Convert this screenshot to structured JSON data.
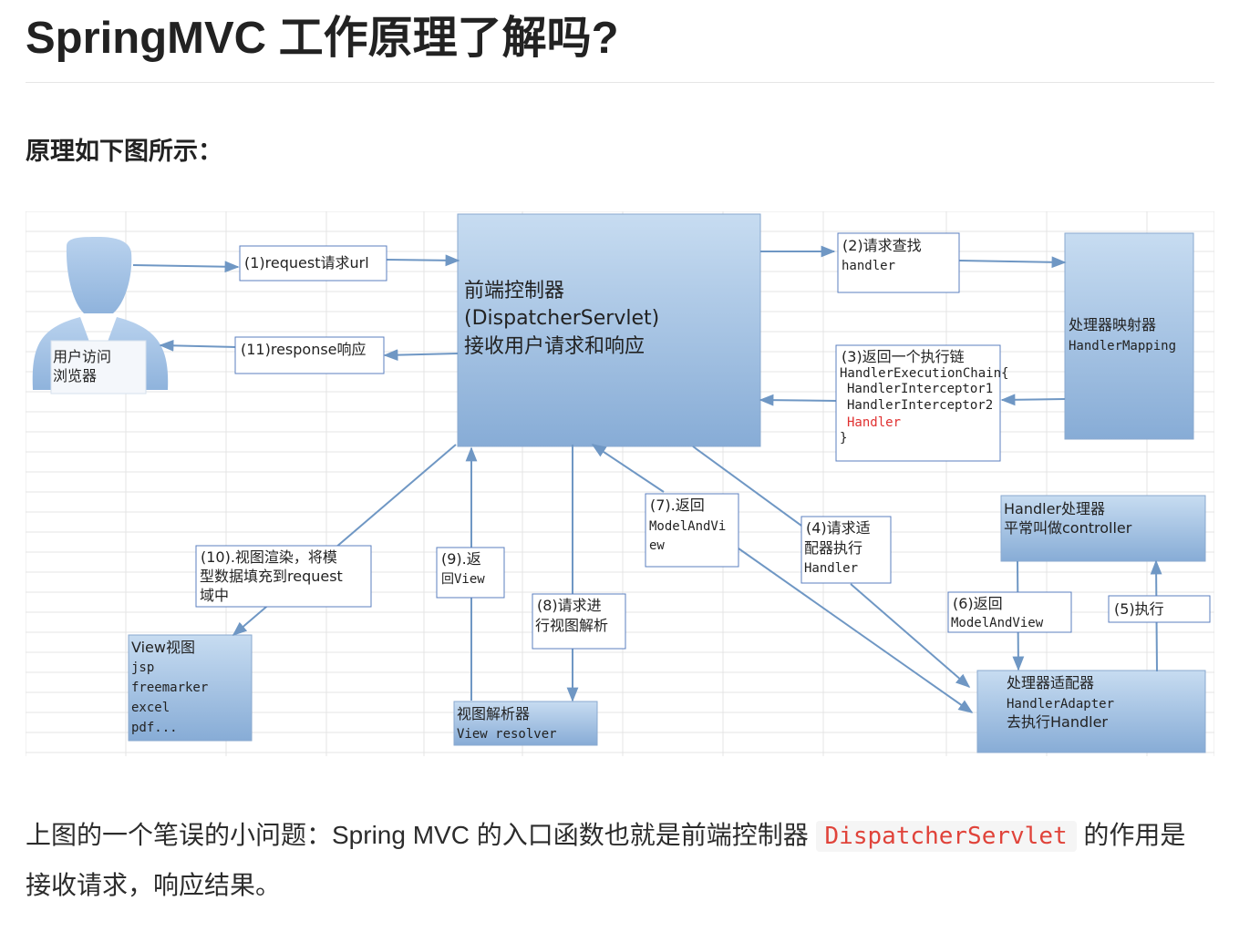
{
  "title": "SpringMVC 工作原理了解吗?",
  "subtitle": "原理如下图所示：",
  "diagram": {
    "user": [
      "用户访问",
      "浏览器"
    ],
    "dispatcher": [
      "前端控制器",
      "(DispatcherServlet)",
      "接收用户请求和响应"
    ],
    "mapping": [
      "处理器映射器",
      "HandlerMapping"
    ],
    "handler_box": [
      "Handler处理器",
      "平常叫做controller"
    ],
    "adapter": [
      "处理器适配器",
      "HandlerAdapter",
      "去执行Handler"
    ],
    "resolver": [
      "视图解析器",
      "View resolver"
    ],
    "view": [
      "View视图",
      "jsp",
      "freemarker",
      "excel",
      "pdf..."
    ],
    "step1": "(1)request请求url",
    "step2": [
      "(2)请求查找",
      "handler"
    ],
    "step3": [
      "(3)返回一个执行链",
      "HandlerExecutionChain{",
      "HandlerInterceptor1",
      "HandlerInterceptor2",
      "Handler",
      "}"
    ],
    "step4": [
      "(4)请求适",
      "配器执行",
      "Handler"
    ],
    "step5": "(5)执行",
    "step6": [
      "(6)返回",
      "ModelAndView"
    ],
    "step7": [
      "(7).返回",
      "ModelAndVi",
      "ew"
    ],
    "step8": [
      "(8)请求进",
      "行视图解析"
    ],
    "step9": [
      "(9).返",
      "回View"
    ],
    "step10": [
      "(10).视图渲染，将模",
      "型数据填充到request",
      "域中"
    ],
    "step11": "(11)response响应"
  },
  "note": {
    "before": "上图的一个笔误的小问题：Spring MVC 的入口函数也就是前端控制器",
    "code": "DispatcherServlet",
    "after": "的作用是接收请求，响应结果。"
  },
  "colors": {
    "box_blue_top": "#c7dcf1",
    "box_blue_bottom": "#87acd6",
    "arrow": "#6f97c4",
    "grid": "#e4e4e4",
    "red_handler": "#e03030"
  }
}
